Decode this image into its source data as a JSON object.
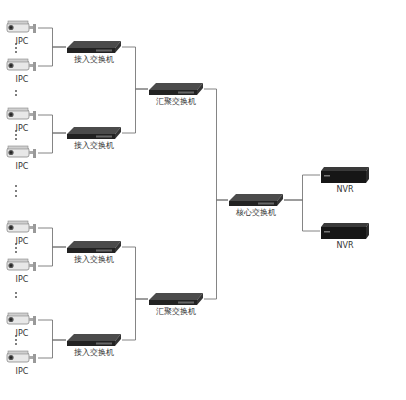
{
  "diagram": {
    "nodes": [
      {
        "text": [
          "IPC"
        ]
      },
      {
        "text": [
          "IPC"
        ]
      },
      {
        "text": [
          "IPC"
        ]
      },
      {
        "text": [
          "IPC"
        ]
      },
      {
        "text": [
          "IPC"
        ]
      },
      {
        "text": [
          "IPC"
        ]
      },
      {
        "text": [
          "IPC"
        ]
      },
      {
        "text": [
          "IPC"
        ]
      },
      {
        "text": [
          "接入交换机"
        ]
      },
      {
        "text": [
          "接入交换机"
        ]
      },
      {
        "text": [
          "接入交换机"
        ]
      },
      {
        "text": [
          "接入交换机"
        ]
      },
      {
        "text": [
          "汇聚交换机"
        ]
      },
      {
        "text": [
          "汇聚交换机"
        ]
      },
      {
        "text": [
          "核心交换机"
        ]
      },
      {
        "text": [
          "NVR"
        ]
      },
      {
        "text": [
          "NVR"
        ]
      }
    ],
    "edges": [
      {
        "from": 0,
        "to": 8,
        "arrow": "none"
      },
      {
        "from": 1,
        "to": 8,
        "arrow": "none"
      },
      {
        "from": 2,
        "to": 9,
        "arrow": "none"
      },
      {
        "from": 3,
        "to": 9,
        "arrow": "none"
      },
      {
        "from": 4,
        "to": 10,
        "arrow": "none"
      },
      {
        "from": 5,
        "to": 10,
        "arrow": "none"
      },
      {
        "from": 6,
        "to": 11,
        "arrow": "none"
      },
      {
        "from": 7,
        "to": 11,
        "arrow": "none"
      },
      {
        "from": 8,
        "to": 12,
        "arrow": "none"
      },
      {
        "from": 9,
        "to": 12,
        "arrow": "none"
      },
      {
        "from": 10,
        "to": 13,
        "arrow": "none"
      },
      {
        "from": 11,
        "to": 13,
        "arrow": "none"
      },
      {
        "from": 12,
        "to": 14,
        "arrow": "none"
      },
      {
        "from": 13,
        "to": 14,
        "arrow": "none"
      },
      {
        "from": 14,
        "to": 15,
        "arrow": "none"
      },
      {
        "from": 14,
        "to": 16,
        "arrow": "none"
      }
    ]
  }
}
